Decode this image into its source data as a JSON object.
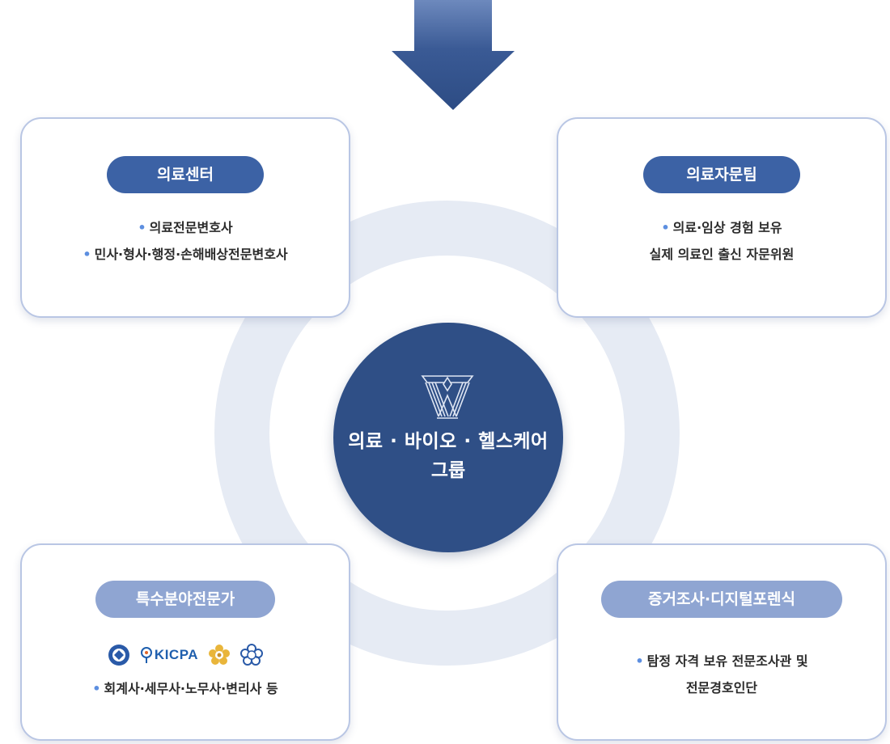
{
  "center": {
    "title_line1": "의료 · 바이오 · 헬스케어",
    "title_line2": "그룹"
  },
  "cards": {
    "top_left": {
      "label": "의료센터",
      "items": [
        "의료전문변호사",
        "민사·형사·행정·손해배상전문변호사"
      ]
    },
    "top_right": {
      "label": "의료자문팀",
      "items": [
        "의료·임상 경험 보유",
        "실제 의료인 출신 자문위원"
      ]
    },
    "bottom_left": {
      "label": "특수분야전문가",
      "logos": [
        "cpa-association-icon",
        "KICPA",
        "tax-association-icon",
        "labor-attorney-icon"
      ],
      "items": [
        "회계사·세무사·노무사·변리사 등"
      ]
    },
    "bottom_right": {
      "label": "증거조사·디지털포렌식",
      "items": [
        "탐정 자격 보유 전문조사관 및",
        "전문경호인단"
      ]
    }
  },
  "colors": {
    "navy": "#2f4f86",
    "pill_dark": "#3c62a5",
    "pill_light": "#8fa5d2",
    "ring": "#e6ebf4",
    "bullet": "#5d8fe0"
  }
}
